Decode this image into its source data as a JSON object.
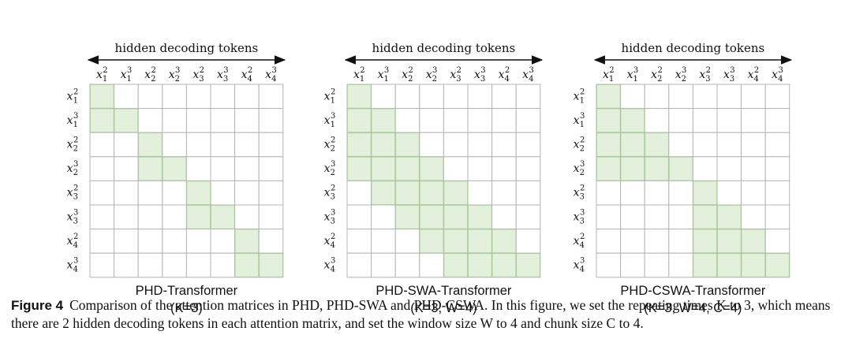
{
  "header_label": "hidden decoding tokens",
  "token_labels": [
    {
      "base": "x",
      "sub": "1",
      "sup": "2"
    },
    {
      "base": "x",
      "sub": "1",
      "sup": "3"
    },
    {
      "base": "x",
      "sub": "2",
      "sup": "2"
    },
    {
      "base": "x",
      "sub": "2",
      "sup": "3"
    },
    {
      "base": "x",
      "sub": "3",
      "sup": "2"
    },
    {
      "base": "x",
      "sub": "3",
      "sup": "3"
    },
    {
      "base": "x",
      "sub": "4",
      "sup": "2"
    },
    {
      "base": "x",
      "sub": "4",
      "sup": "3"
    }
  ],
  "colors": {
    "highlight": "#e3f1dc",
    "highlight_border": "#a5d08f",
    "grid_line": "#b4b4b4",
    "text": "#111111"
  },
  "matrices": [
    {
      "title": "PHD-Transformer",
      "params": "(K=3)",
      "highlighted": [
        [
          0
        ],
        [
          0,
          1
        ],
        [
          2
        ],
        [
          2,
          3
        ],
        [
          4
        ],
        [
          4,
          5
        ],
        [
          6
        ],
        [
          6,
          7
        ]
      ]
    },
    {
      "title": "PHD-SWA-Transformer",
      "params": "(K=3, W=4)",
      "highlighted": [
        [
          0
        ],
        [
          0,
          1
        ],
        [
          0,
          1,
          2
        ],
        [
          0,
          1,
          2,
          3
        ],
        [
          1,
          2,
          3,
          4
        ],
        [
          2,
          3,
          4,
          5
        ],
        [
          3,
          4,
          5,
          6
        ],
        [
          4,
          5,
          6,
          7
        ]
      ]
    },
    {
      "title": "PHD-CSWA-Transformer",
      "params": "(K=3, W=4, C=4)",
      "highlighted": [
        [
          0
        ],
        [
          0,
          1
        ],
        [
          0,
          1,
          2
        ],
        [
          0,
          1,
          2,
          3
        ],
        [
          4
        ],
        [
          4,
          5
        ],
        [
          4,
          5,
          6
        ],
        [
          4,
          5,
          6,
          7
        ]
      ]
    }
  ],
  "caption": {
    "label": "Figure 4",
    "text": "Comparison of the attention matrices in PHD, PHD-SWA and PHD-CSWA. In this figure, we set the repeating times K to 3, which means there are 2 hidden decoding tokens in each attention matrix, and set the window size W to 4 and chunk size C to 4."
  }
}
